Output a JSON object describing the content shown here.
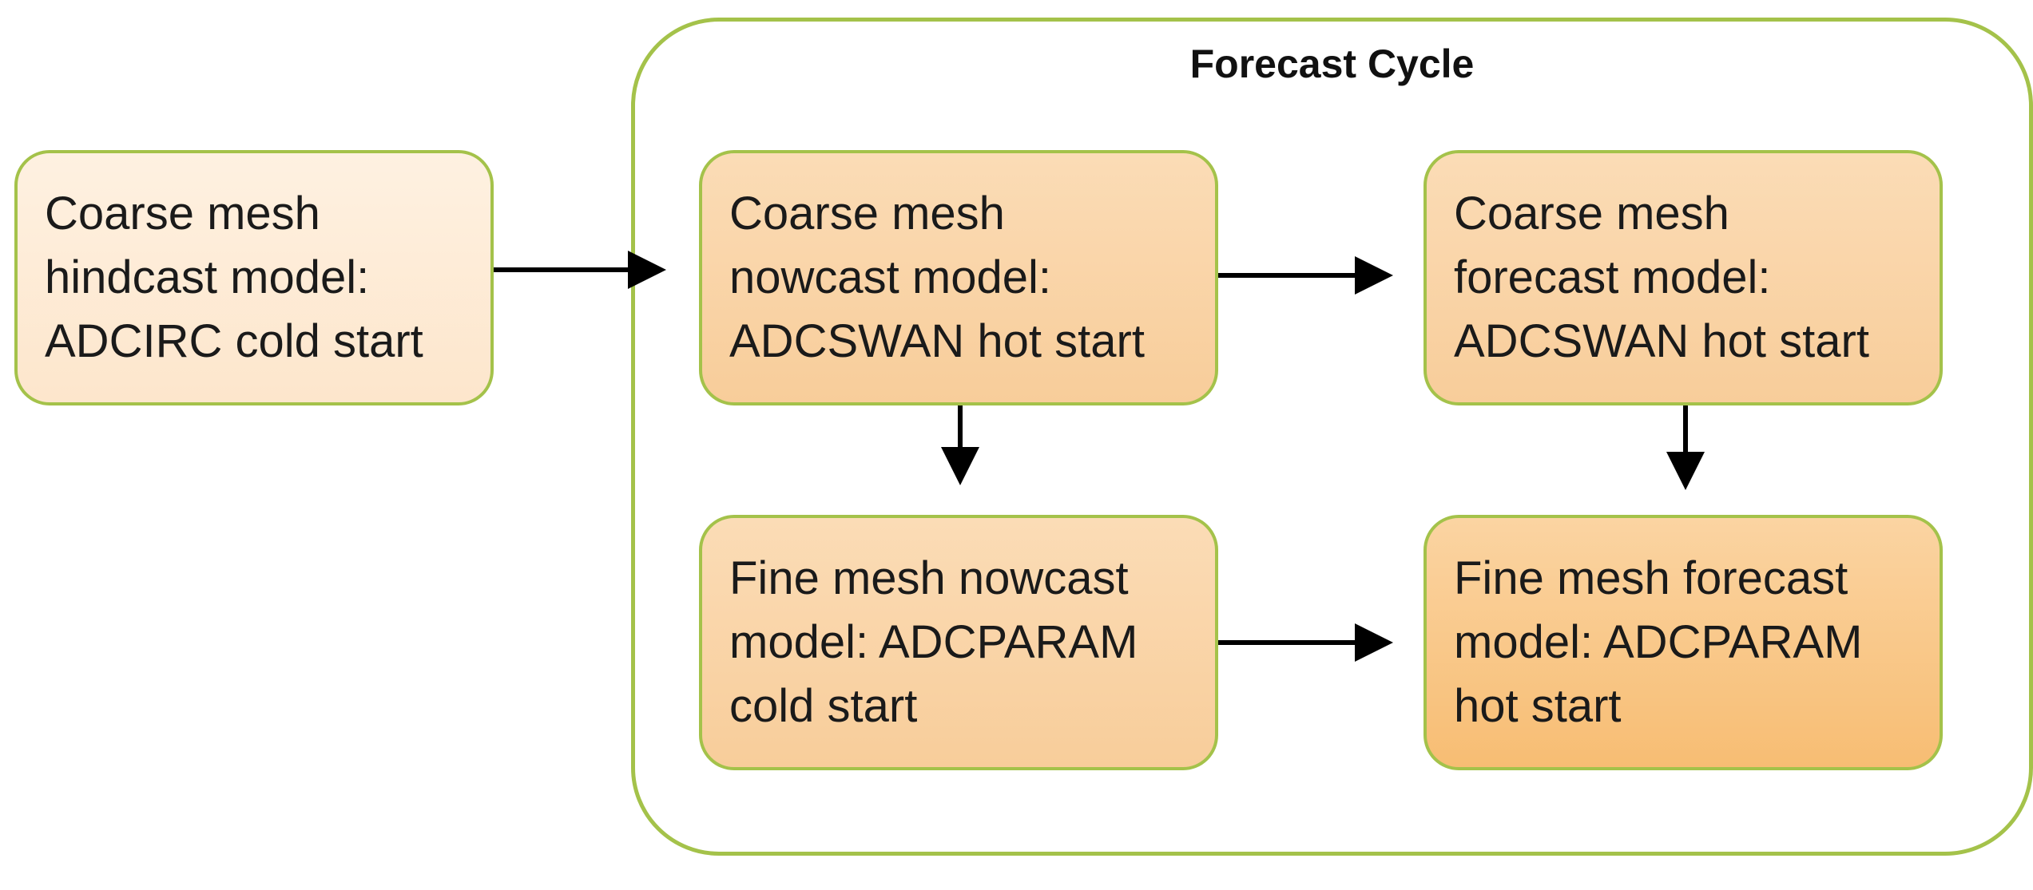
{
  "group": {
    "title": "Forecast Cycle"
  },
  "nodes": [
    {
      "id": "hindcast",
      "lines": [
        "Coarse mesh",
        "hindcast model:",
        "ADCIRC cold start"
      ]
    },
    {
      "id": "coarse-nowcast",
      "lines": [
        "Coarse mesh",
        "nowcast model:",
        "ADCSWAN hot start"
      ]
    },
    {
      "id": "coarse-forecast",
      "lines": [
        "Coarse mesh",
        "forecast model:",
        "ADCSWAN hot start"
      ]
    },
    {
      "id": "fine-nowcast",
      "lines": [
        "Fine mesh nowcast",
        "model: ADCPARAM",
        "cold start"
      ]
    },
    {
      "id": "fine-forecast",
      "lines": [
        "Fine mesh forecast",
        "model: ADCPARAM",
        "hot start"
      ]
    }
  ],
  "edges": [
    {
      "from": "hindcast",
      "to": "coarse-nowcast"
    },
    {
      "from": "coarse-nowcast",
      "to": "coarse-forecast"
    },
    {
      "from": "coarse-nowcast",
      "to": "fine-nowcast"
    },
    {
      "from": "coarse-forecast",
      "to": "fine-forecast"
    },
    {
      "from": "fine-nowcast",
      "to": "fine-forecast"
    }
  ],
  "colors": {
    "border": "#a4c24a",
    "arrow": "#000000",
    "fill_pale": "#fde9d2",
    "fill_mid": "#f9d3a6",
    "fill_strong": "#f8c27e"
  }
}
